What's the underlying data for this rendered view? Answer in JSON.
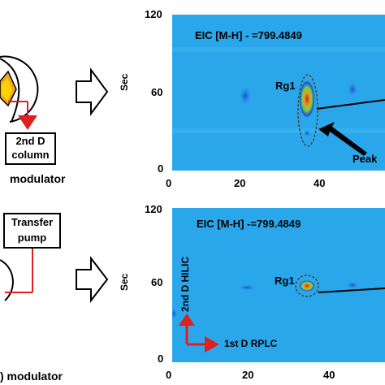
{
  "left_top": {
    "column_line1": "2nd D",
    "column_line2": "column",
    "modulator_label": "modulator"
  },
  "left_bottom": {
    "pump_line1": "Transfer",
    "pump_line2": "pump",
    "modulator_label": ") modulator"
  },
  "top_plot": {
    "eic_label": "EIC [M-H] - =799.4849",
    "y_axis_label": "Sec",
    "y_ticks": [
      "120",
      "60",
      "0"
    ],
    "x_ticks": [
      "0",
      "20",
      "40"
    ],
    "peak_label": "Rg1",
    "arrow_label": "Peak"
  },
  "bottom_plot": {
    "eic_label": "EIC [M-H] -=799.4849",
    "y_axis_label": "Sec",
    "y_ticks": [
      "120",
      "60",
      "0"
    ],
    "x_ticks": [
      "0",
      "20",
      "40"
    ],
    "peak_label": "Rg1",
    "dim2_label": "2nd D HILIC",
    "dim1_label": "1st D RPLC"
  },
  "colors": {
    "plot_background": "#2aa7ea",
    "peak_red": "#d81f1f",
    "arrow_red": "#e02020",
    "peak_green": "#6fd14a"
  }
}
